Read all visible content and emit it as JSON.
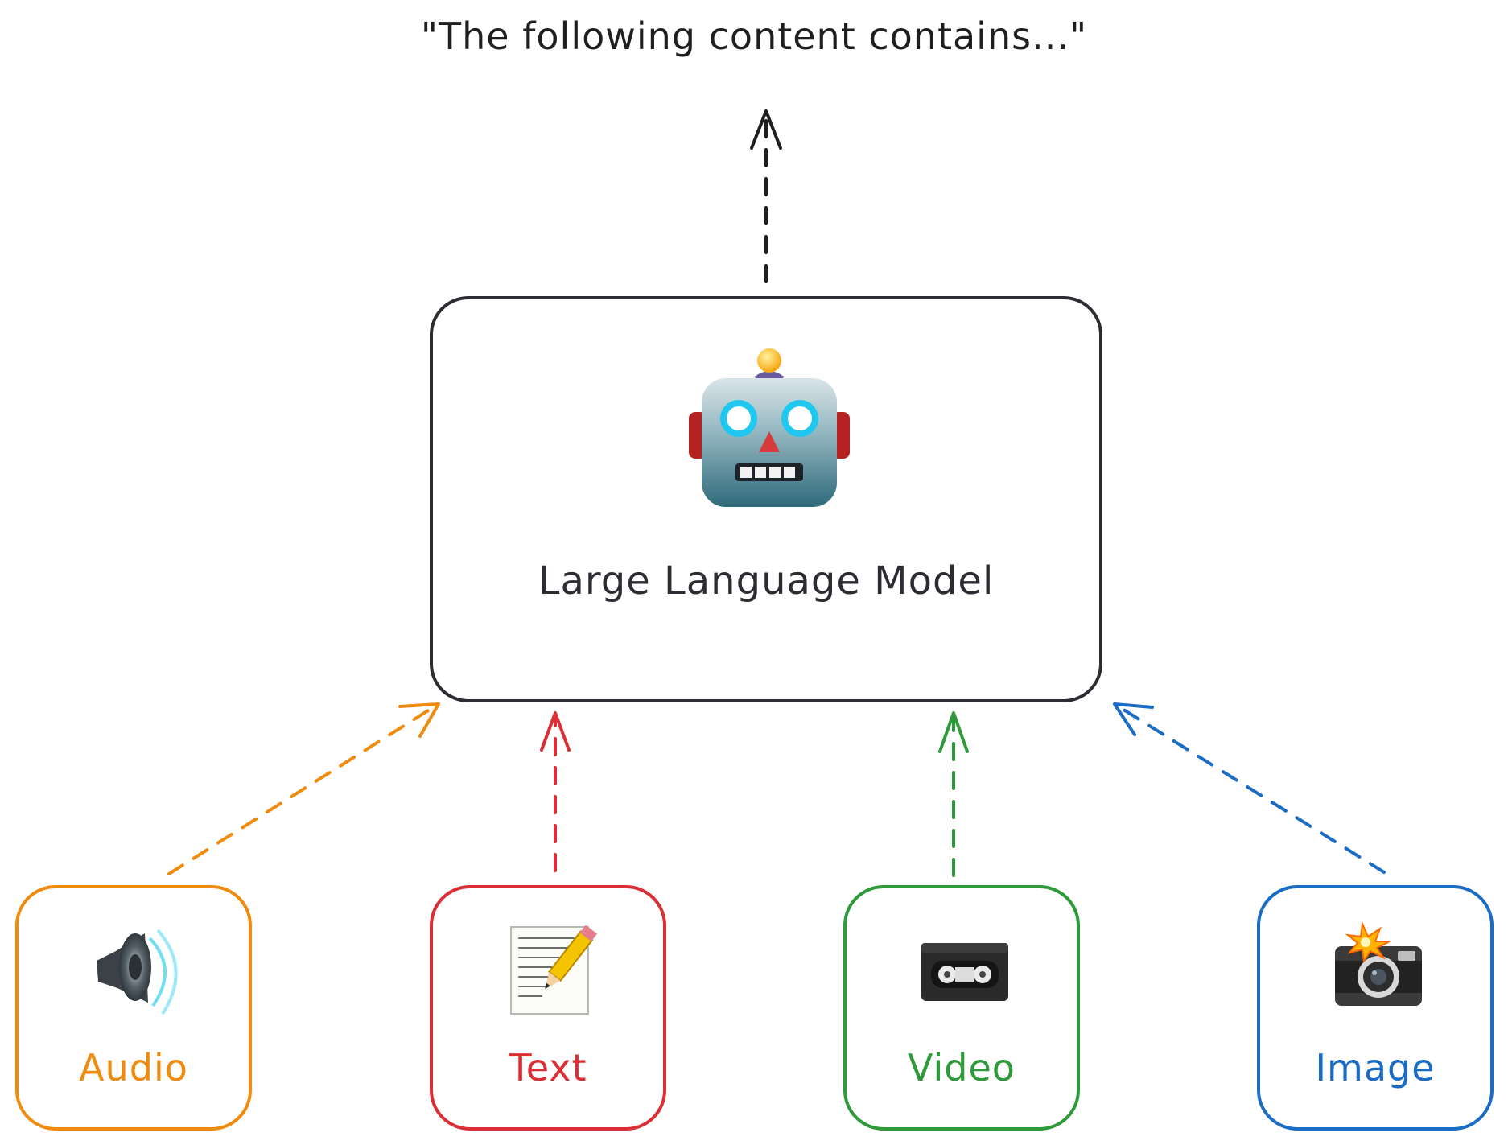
{
  "output": {
    "text": "\"The following content contains...\"",
    "arrow_color": "#1f1f1f"
  },
  "model": {
    "label": "Large Language Model",
    "icon": "robot-icon",
    "border_color": "#2b2d33"
  },
  "inputs": [
    {
      "label": "Audio",
      "icon": "speaker-icon",
      "color": "#ef8c10"
    },
    {
      "label": "Text",
      "icon": "memo-pencil-icon",
      "color": "#dc2e35"
    },
    {
      "label": "Video",
      "icon": "videocassette-icon",
      "color": "#2f9a3a"
    },
    {
      "label": "Image",
      "icon": "camera-flash-icon",
      "color": "#1b6cc4"
    }
  ]
}
